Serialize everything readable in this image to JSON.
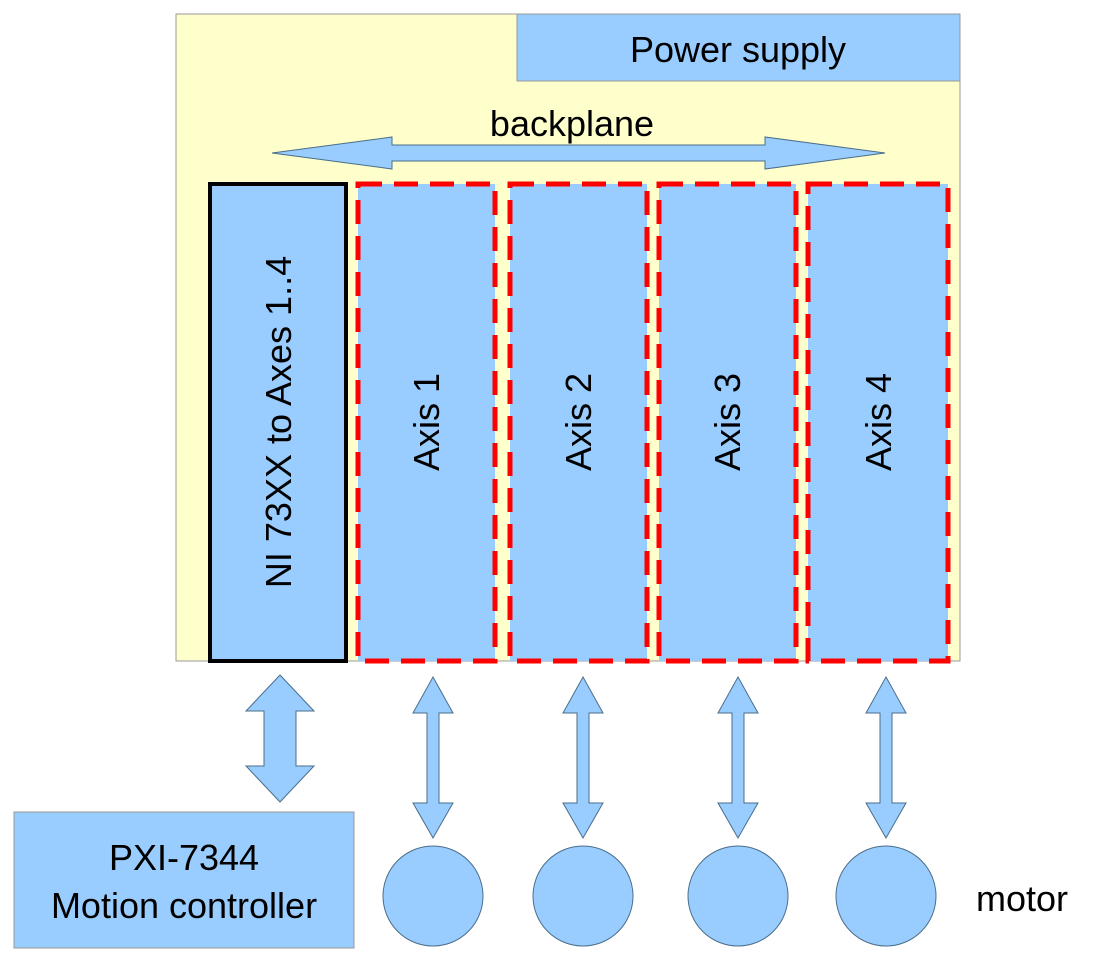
{
  "chassis": {
    "power_supply_label": "Power supply",
    "backplane_label": "backplane"
  },
  "interface_module": {
    "label": "NI 73XX to Axes 1..4"
  },
  "axes": [
    {
      "label": "Axis 1"
    },
    {
      "label": "Axis 2"
    },
    {
      "label": "Axis 3"
    },
    {
      "label": "Axis 4"
    }
  ],
  "controller": {
    "line1": "PXI-7344",
    "line2": "Motion controller"
  },
  "motor_label": "motor",
  "colors": {
    "chassis_fill": "#ffffcc",
    "module_fill": "#99ccff",
    "axis_dash": "#ff0000",
    "outline": "#000000",
    "chassis_border": "#999999"
  }
}
